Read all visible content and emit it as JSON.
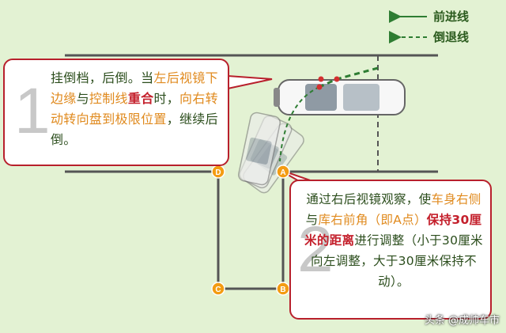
{
  "legend": {
    "forward_line": "前进线",
    "reverse_line": "倒退线",
    "forward_color": "#2e7d32",
    "reverse_color": "#2e7d32"
  },
  "step1": {
    "number": "1",
    "text_parts": [
      {
        "t": "挂倒档，后倒。当",
        "c": ""
      },
      {
        "t": "左后视镜下边缘",
        "c": "o"
      },
      {
        "t": "与",
        "c": ""
      },
      {
        "t": "控制线",
        "c": "o"
      },
      {
        "t": "重合",
        "c": "r"
      },
      {
        "t": "时，",
        "c": ""
      },
      {
        "t": "向右转动转向盘到极限位置",
        "c": "o"
      },
      {
        "t": "，继续后倒。",
        "c": ""
      }
    ]
  },
  "step2": {
    "number": "2",
    "text_parts": [
      {
        "t": "通过右后视镜观察，使",
        "c": ""
      },
      {
        "t": "车身右侧",
        "c": "o"
      },
      {
        "t": "与",
        "c": ""
      },
      {
        "t": "库右前角",
        "c": "o"
      },
      {
        "t": "（即A点）",
        "c": "o"
      },
      {
        "t": "保持30厘米的距离",
        "c": "r"
      },
      {
        "t": "进行调整（小于30厘米向左调整，大于30厘米保持不动）。",
        "c": ""
      }
    ]
  },
  "points": {
    "a": "A",
    "b": "B",
    "c": "C",
    "d": "D"
  },
  "watermark": "头条 @成帅车市",
  "colors": {
    "background": "#e3f2d3",
    "road_line": "#555555",
    "callout_border": "#b8202c",
    "point_marker": "#f39c12",
    "highlight_orange": "#e08a1e",
    "highlight_red": "#c4202c"
  }
}
